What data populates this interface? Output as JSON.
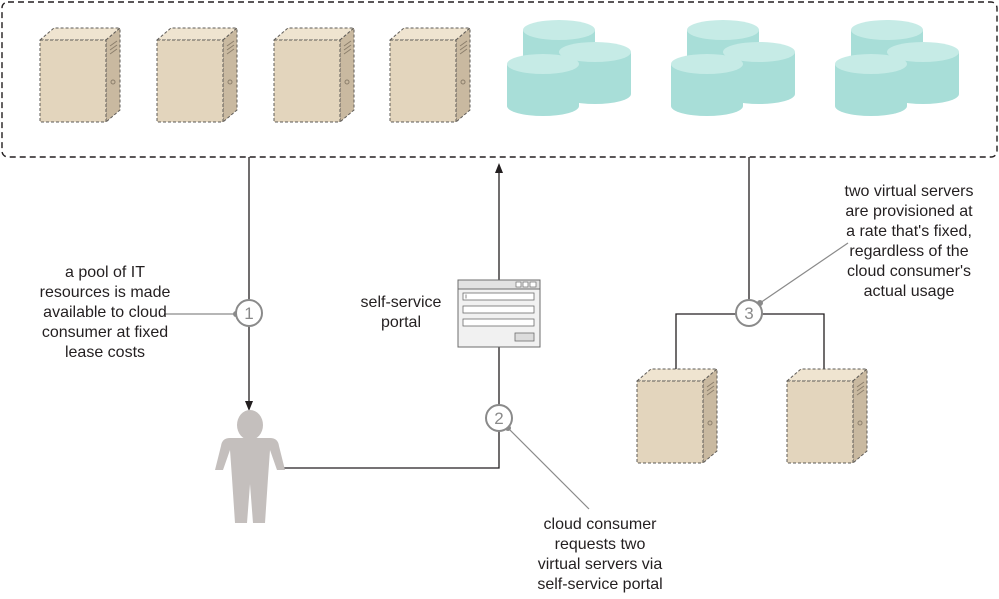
{
  "annotations": {
    "pool": [
      "a pool of IT",
      "resources is made",
      "available to cloud",
      "consumer at fixed",
      "lease costs"
    ],
    "portal": [
      "self-service",
      "portal"
    ],
    "request": [
      "cloud consumer",
      "requests two",
      "virtual servers via",
      "self-service portal"
    ],
    "provision": [
      "two virtual servers",
      "are provisioned at",
      "a rate that's fixed,",
      "regardless of the",
      "cloud consumer's",
      "actual usage"
    ]
  },
  "steps": [
    "1",
    "2",
    "3"
  ],
  "icons": {
    "server": "server-icon",
    "database": "database-icon",
    "consumer": "cloud-consumer-icon",
    "portal": "self-service-portal-window-icon"
  },
  "colors": {
    "server_front": "#e3d5bd",
    "server_side": "#c9b9a0",
    "server_top": "#efe4d0",
    "database_fill": "#a8ded8",
    "database_top": "#c6ebe6",
    "person": "#c4bfbd",
    "line": "#231f20",
    "marker": "#8a8a8a"
  }
}
